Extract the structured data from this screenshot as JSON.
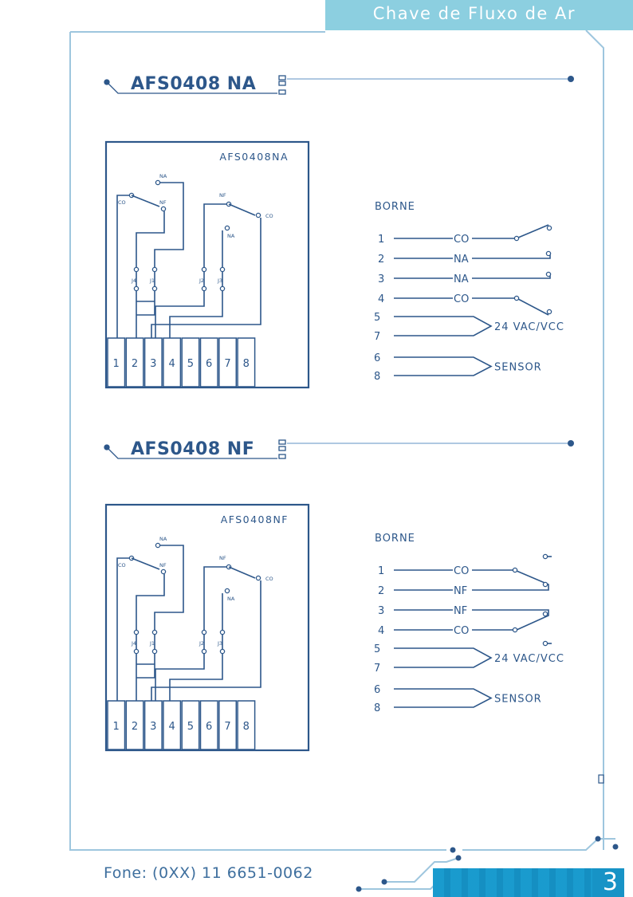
{
  "header": {
    "title": "Chave de Fluxo de Ar"
  },
  "sections": [
    {
      "heading": "AFS0408 NA",
      "board": {
        "label": "AFS0408NA",
        "relay1": {
          "no": "NA",
          "nc": "NF",
          "com": "CO"
        },
        "relay2": {
          "nc": "NF",
          "no": "NA",
          "com": "CO"
        },
        "jumpers": [
          "J4",
          "J1",
          "J2",
          "J3"
        ],
        "terminals": [
          "1",
          "2",
          "3",
          "4",
          "5",
          "6",
          "7",
          "8"
        ]
      },
      "wiring": {
        "title": "BORNE",
        "rows": [
          {
            "num": "1",
            "label": "CO"
          },
          {
            "num": "2",
            "label": "NA"
          },
          {
            "num": "3",
            "label": "NA"
          },
          {
            "num": "4",
            "label": "CO"
          }
        ],
        "power": {
          "nums": [
            "5",
            "7"
          ],
          "label": "24 VAC/VCC"
        },
        "sensor": {
          "nums": [
            "6",
            "8"
          ],
          "label": "SENSOR"
        }
      }
    },
    {
      "heading": "AFS0408 NF",
      "board": {
        "label": "AFS0408NF",
        "relay1": {
          "no": "NA",
          "nc": "NF",
          "com": "CO"
        },
        "relay2": {
          "nc": "NF",
          "no": "NA",
          "com": "CO"
        },
        "jumpers": [
          "J4",
          "J1",
          "J2",
          "J3"
        ],
        "terminals": [
          "1",
          "2",
          "3",
          "4",
          "5",
          "6",
          "7",
          "8"
        ]
      },
      "wiring": {
        "title": "BORNE",
        "rows": [
          {
            "num": "1",
            "label": "CO"
          },
          {
            "num": "2",
            "label": "NF"
          },
          {
            "num": "3",
            "label": "NF"
          },
          {
            "num": "4",
            "label": "CO"
          }
        ],
        "power": {
          "nums": [
            "5",
            "7"
          ],
          "label": "24 VAC/VCC"
        },
        "sensor": {
          "nums": [
            "6",
            "8"
          ],
          "label": "SENSOR"
        }
      }
    }
  ],
  "footer": {
    "phone": "Fone: (0XX) 11 6651-0062",
    "page_number": "3"
  },
  "colors": {
    "line": "#2d578a",
    "frame": "#9ec6de",
    "accent": "#8ccfe0",
    "tab": "#1793c6"
  }
}
